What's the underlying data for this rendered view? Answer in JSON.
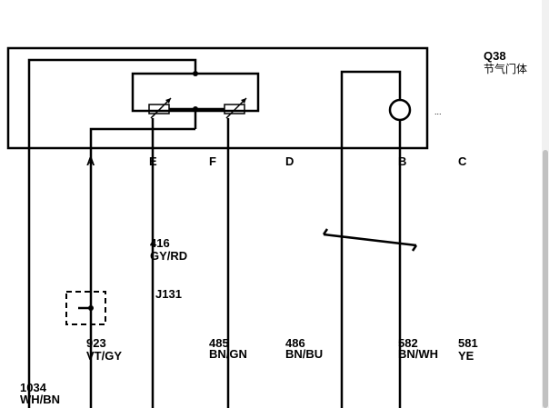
{
  "component": {
    "id": "Q38",
    "name": "节气门体",
    "ellipsis": "..."
  },
  "pins": {
    "A": "A",
    "E": "E",
    "F": "F",
    "D": "D",
    "B": "B",
    "C": "C"
  },
  "wires": {
    "w416": {
      "number": "416",
      "color": "GY/RD"
    },
    "w923": {
      "number": "923",
      "color": "VT/GY"
    },
    "w485": {
      "number": "485",
      "color": "BN/GN"
    },
    "w486": {
      "number": "486",
      "color": "BN/BU"
    },
    "w582": {
      "number": "582",
      "color": "BN/WH"
    },
    "w581": {
      "number": "581",
      "color": "YE"
    },
    "w1034": {
      "number": "1034",
      "color": "WH/BN"
    }
  },
  "junction": {
    "id": "J131"
  }
}
